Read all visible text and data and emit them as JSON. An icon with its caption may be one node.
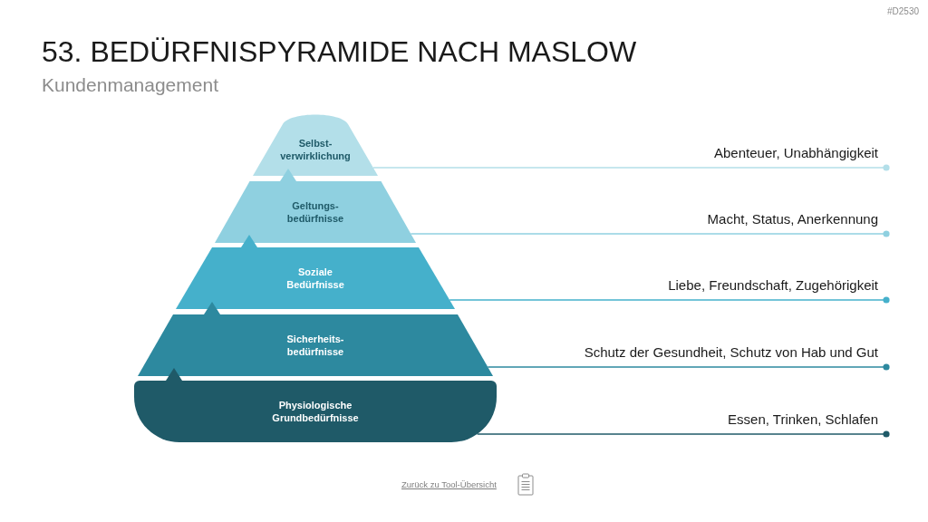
{
  "diagram": {
    "title": "53. BEDÜRFNISPYRAMIDE NACH MASLOW",
    "nodes": [
      {
        "text": [
          "Selbst- verwirklichung"
        ]
      },
      {
        "text": [
          "Geltungs- bedürfnisse"
        ]
      },
      {
        "text": [
          "Soziale Bedürfnisse"
        ]
      },
      {
        "text": [
          "Sicherheits- bedürfnisse"
        ]
      },
      {
        "text": [
          "Physiologische Grundbedürfnisse"
        ]
      },
      {
        "text": [
          "Abenteuer, Unabhängigkeit"
        ]
      },
      {
        "text": [
          "Macht, Status, Anerkennung"
        ]
      },
      {
        "text": [
          "Liebe, Freundschaft, Zugehörigkeit"
        ]
      },
      {
        "text": [
          "Schutz der Gesundheit, Schutz von Hab und Gut"
        ]
      },
      {
        "text": [
          "Essen, Trinken, Schlafen"
        ]
      }
    ],
    "edges": [
      {
        "from": 0,
        "to": 5,
        "arrow": "other",
        "color": "#b3dfe9"
      },
      {
        "from": 1,
        "to": 6,
        "arrow": "other",
        "color": "#8fd0e0"
      },
      {
        "from": 2,
        "to": 7,
        "arrow": "other",
        "color": "#45b0cb"
      },
      {
        "from": 3,
        "to": 8,
        "arrow": "other",
        "color": "#2d899f"
      },
      {
        "from": 4,
        "to": 9,
        "arrow": "other",
        "color": "#1f5a68"
      }
    ],
    "labels": [
      "#D2530",
      "Kundenmanagement",
      "Zurück zu Tool-Übersicht"
    ]
  }
}
